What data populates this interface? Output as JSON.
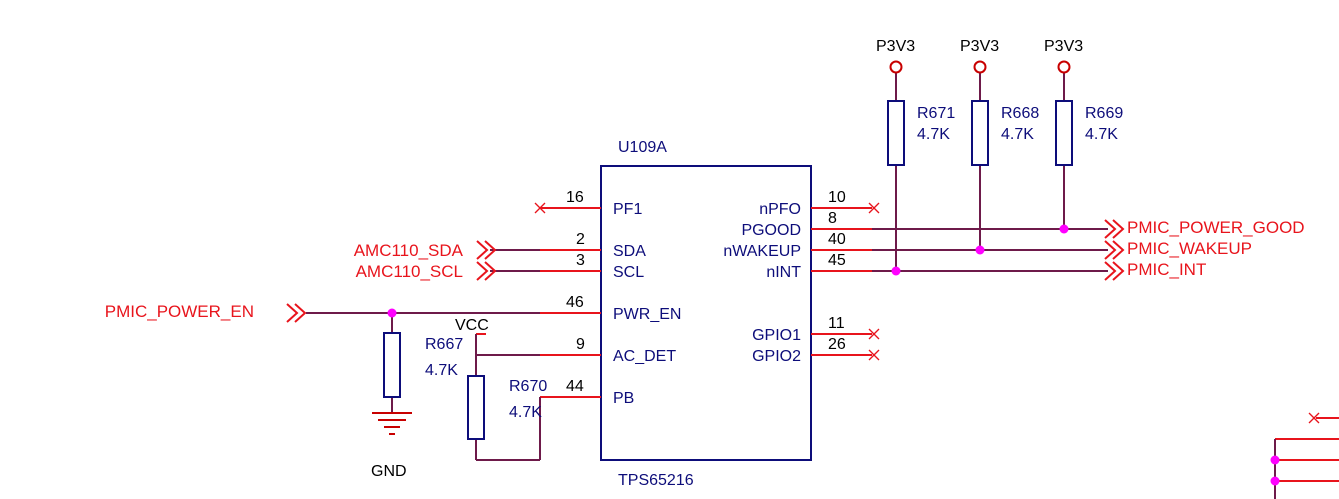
{
  "chip": {
    "refdes": "U109A",
    "part": "TPS65216"
  },
  "left_pins": [
    {
      "num": "16",
      "name": "PF1"
    },
    {
      "num": "2",
      "name": "SDA"
    },
    {
      "num": "3",
      "name": "SCL"
    },
    {
      "num": "46",
      "name": "PWR_EN"
    },
    {
      "num": "9",
      "name": "AC_DET"
    },
    {
      "num": "44",
      "name": "PB"
    }
  ],
  "right_pins": [
    {
      "num": "10",
      "name": "nPFO"
    },
    {
      "num": "8",
      "name": "PGOOD"
    },
    {
      "num": "40",
      "name": "nWAKEUP"
    },
    {
      "num": "45",
      "name": "nINT"
    },
    {
      "num": "11",
      "name": "GPIO1"
    },
    {
      "num": "26",
      "name": "GPIO2"
    }
  ],
  "nets": {
    "sda": "AMC110_SDA",
    "scl": "AMC110_SCL",
    "power_en": "PMIC_POWER_EN",
    "power_good": "PMIC_POWER_GOOD",
    "wakeup": "PMIC_WAKEUP",
    "int": "PMIC_INT"
  },
  "power": {
    "p3v3": "P3V3",
    "vcc": "VCC",
    "gnd": "GND"
  },
  "resistors": [
    {
      "ref": "R671",
      "value": "4.7K"
    },
    {
      "ref": "R668",
      "value": "4.7K"
    },
    {
      "ref": "R669",
      "value": "4.7K"
    },
    {
      "ref": "R667",
      "value": "4.7K"
    },
    {
      "ref": "R670",
      "value": "4.7K"
    }
  ],
  "colors": {
    "net_label": "#e8141c",
    "part": "#0d0d7a",
    "wire": "#6e1a4a",
    "junction": "#ff00ff"
  }
}
